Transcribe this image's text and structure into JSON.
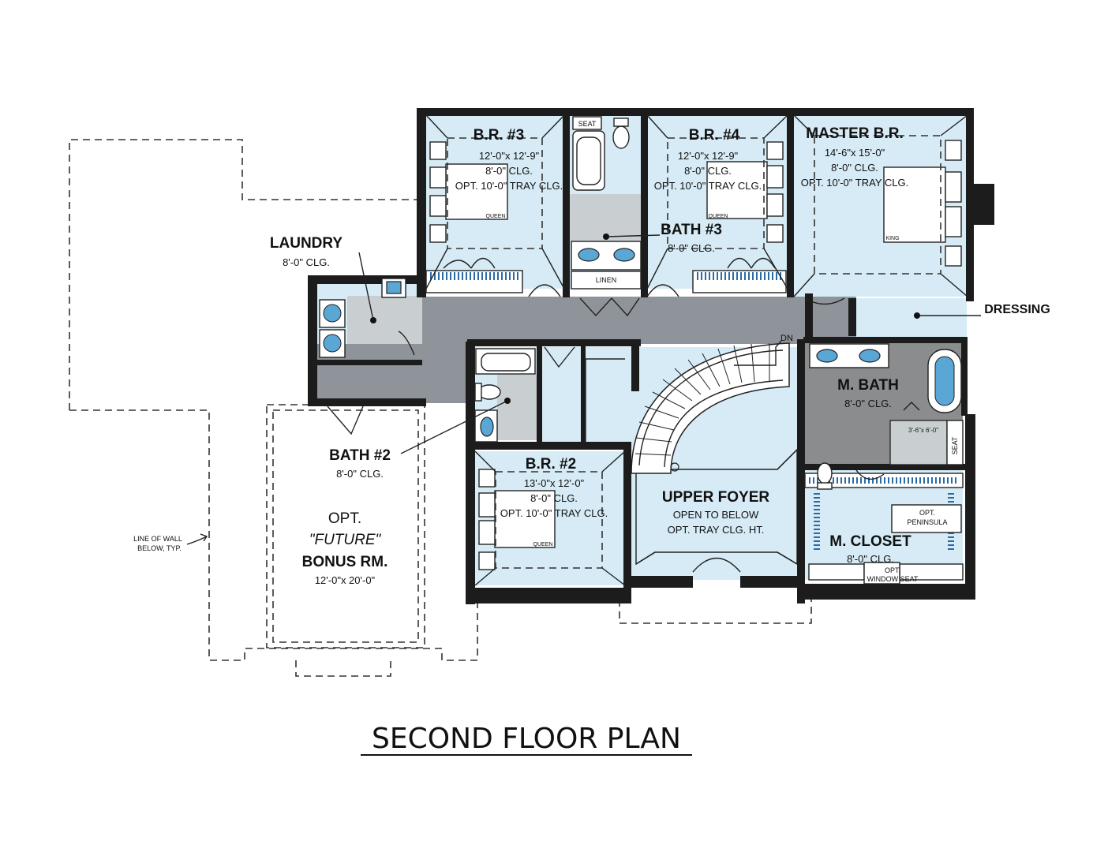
{
  "plan": {
    "title": "SECOND FLOOR PLAN",
    "rooms": {
      "br3": {
        "name": "B.R. #3",
        "size": "12'-0\"x 12'-9\"",
        "clg": "8'-0\" CLG.",
        "opt": "OPT. 10'-0\" TRAY CLG."
      },
      "br4": {
        "name": "B.R. #4",
        "size": "12'-0\"x 12'-9\"",
        "clg": "8'-0\" CLG.",
        "opt": "OPT. 10'-0\" TRAY CLG."
      },
      "master": {
        "name": "MASTER B.R.",
        "size": "14'-6\"x 15'-0\"",
        "clg": "8'-0\" CLG.",
        "opt": "OPT. 10'-0\" TRAY CLG."
      },
      "laundry": {
        "name": "LAUNDRY",
        "clg": "8'-0\" CLG."
      },
      "bath3": {
        "name": "BATH #3",
        "clg": "8'-0\" CLG."
      },
      "bath2": {
        "name": "BATH #2",
        "clg": "8'-0\" CLG."
      },
      "br2": {
        "name": "B.R. #2",
        "size": "13'-0\"x 12'-0\"",
        "clg": "8'-0\" CLG.",
        "opt": "OPT. 10'-0\" TRAY CLG."
      },
      "foyer": {
        "name": "UPPER FOYER",
        "line1": "OPEN TO BELOW",
        "line2": "OPT. TRAY CLG. HT."
      },
      "mbath": {
        "name": "M. BATH",
        "clg": "8'-0\" CLG."
      },
      "mcloset": {
        "name": "M. CLOSET",
        "clg": "8'-0\" CLG."
      },
      "dressing": {
        "name": "DRESSING"
      },
      "bonus": {
        "opt": "OPT.",
        "future": "\"FUTURE\"",
        "name": "BONUS RM.",
        "size": "12'-0\"x 20'-0\""
      }
    },
    "notes": {
      "seat": "SEAT",
      "linen": "LINEN",
      "queen": "QUEEN",
      "king": "KING",
      "dn": "DN",
      "shower_size": "3'-6\"x 6'-0\"",
      "opt": "OPT.",
      "peninsula": "PENINSULA",
      "window_seat": "WINDOW SEAT",
      "wall_line_1": "LINE OF WALL",
      "wall_line_2": "BELOW, TYP."
    }
  }
}
